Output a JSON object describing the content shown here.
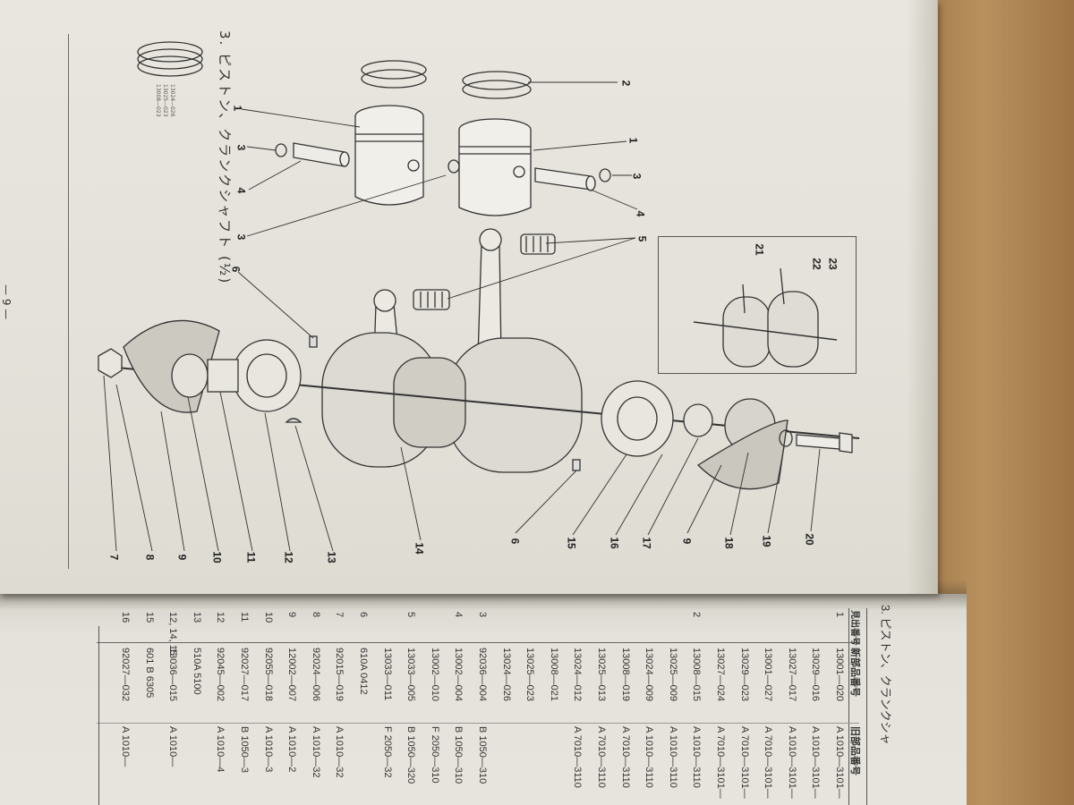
{
  "page": {
    "section_title": "3. ピストン、クランクシャフト (½)",
    "page_number": "— 9 —"
  },
  "small_part_labels": [
    "13008—023",
    "13025—023",
    "13024—026"
  ],
  "callouts": {
    "top": [
      "1",
      "2",
      "3",
      "4",
      "1",
      "3",
      "4",
      "3"
    ],
    "crank": [
      "5",
      "6",
      "21",
      "22",
      "23"
    ],
    "bottom_row": [
      "7",
      "8",
      "9",
      "10",
      "11",
      "12",
      "13",
      "14",
      "6",
      "15",
      "16",
      "17",
      "9",
      "18",
      "19",
      "20"
    ]
  },
  "table": {
    "section_title": "3. ピストン、クランクシャ",
    "headers": {
      "col1": "見出番号",
      "col2": "新部品番号",
      "col3": "旧部品番号"
    },
    "rows": [
      {
        "ref": "1",
        "new": "13001—020",
        "old": "A 1010—3101—"
      },
      {
        "ref": "",
        "new": "13029—016",
        "old": "A 1010—3101—"
      },
      {
        "ref": "",
        "new": "13027—017",
        "old": "A 1010—3101—"
      },
      {
        "ref": "",
        "new": "13001—027",
        "old": "A 7010—3101—"
      },
      {
        "ref": "",
        "new": "13029—023",
        "old": "A 7010—3101—"
      },
      {
        "ref": "",
        "new": "13027—024",
        "old": "A 7010—3101—"
      },
      {
        "ref": "2",
        "new": "13008—015",
        "old": "A 1010—3110"
      },
      {
        "ref": "",
        "new": "13025—009",
        "old": "A 1010—3110"
      },
      {
        "ref": "",
        "new": "13024—009",
        "old": "A 1010—3110"
      },
      {
        "ref": "",
        "new": "13008—019",
        "old": "A 7010—3110"
      },
      {
        "ref": "",
        "new": "13025—013",
        "old": "A 7010—3110"
      },
      {
        "ref": "",
        "new": "13024—012",
        "old": "A 7010—3110"
      },
      {
        "ref": "",
        "new": "13008—021",
        "old": ""
      },
      {
        "ref": "",
        "new": "13025—023",
        "old": ""
      },
      {
        "ref": "",
        "new": "13024—026",
        "old": ""
      },
      {
        "ref": "3",
        "new": "92036—004",
        "old": "B 1050—310"
      },
      {
        "ref": "4",
        "new": "13002—004",
        "old": "B 1050—310"
      },
      {
        "ref": "",
        "new": "13002—010",
        "old": "F 2050—310"
      },
      {
        "ref": "5",
        "new": "13033—005",
        "old": "B 1050—320"
      },
      {
        "ref": "",
        "new": "13033—011",
        "old": "F 2050—32"
      },
      {
        "ref": "6",
        "new": "610A 0412",
        "old": ""
      },
      {
        "ref": "7",
        "new": "92015—019",
        "old": "A 1010—32"
      },
      {
        "ref": "8",
        "new": "92024—006",
        "old": "A 1010—32"
      },
      {
        "ref": "9",
        "new": "12002—007",
        "old": "A 1010—2"
      },
      {
        "ref": "10",
        "new": "92055—018",
        "old": "A 1010—3"
      },
      {
        "ref": "11",
        "new": "92027—017",
        "old": "B 1050—3"
      },
      {
        "ref": "12",
        "new": "92045—002",
        "old": "A 1010—4"
      },
      {
        "ref": "13",
        "new": "510A 5100",
        "old": ""
      },
      {
        "ref": "12, 14, 15",
        "new": "13036—015",
        "old": "A 1010—"
      },
      {
        "ref": "15",
        "new": "601 B 6305",
        "old": ""
      },
      {
        "ref": "16",
        "new": "92027—032",
        "old": "A 1010—"
      }
    ]
  }
}
